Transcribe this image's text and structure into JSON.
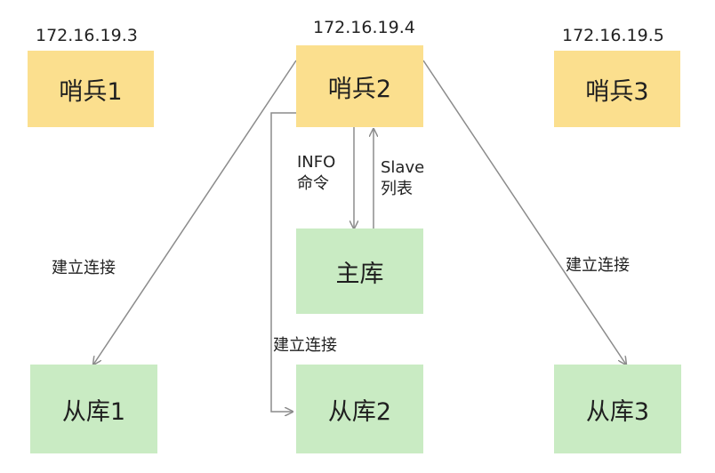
{
  "sentinels": [
    {
      "ip": "172.16.19.3",
      "label": "哨兵1"
    },
    {
      "ip": "172.16.19.4",
      "label": "哨兵2"
    },
    {
      "ip": "172.16.19.5",
      "label": "哨兵3"
    }
  ],
  "master": {
    "label": "主库"
  },
  "replicas": [
    {
      "label": "从库1"
    },
    {
      "label": "从库2"
    },
    {
      "label": "从库3"
    }
  ],
  "edges": {
    "info_line1": "INFO",
    "info_line2": "命令",
    "slave_line1": "Slave",
    "slave_line2": "列表",
    "connect_left": "建立连接",
    "connect_middle": "建立连接",
    "connect_right": "建立连接"
  },
  "colors": {
    "sentinel": "#fbdf8e",
    "database": "#c9ebc3",
    "line": "#8c8c8c"
  }
}
